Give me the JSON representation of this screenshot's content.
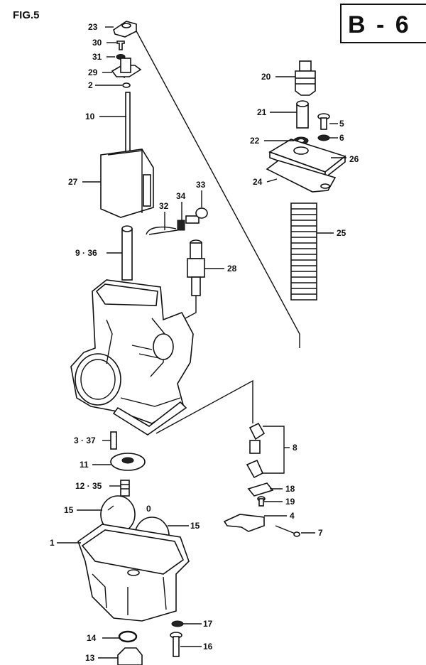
{
  "figure": {
    "label": "FIG.5",
    "code": "B - 6"
  },
  "callouts": [
    {
      "id": "c23",
      "text": "23"
    },
    {
      "id": "c30",
      "text": "30"
    },
    {
      "id": "c31",
      "text": "31"
    },
    {
      "id": "c29",
      "text": "29"
    },
    {
      "id": "c2",
      "text": "2"
    },
    {
      "id": "c10",
      "text": "10"
    },
    {
      "id": "c27",
      "text": "27"
    },
    {
      "id": "c20",
      "text": "20"
    },
    {
      "id": "c21",
      "text": "21"
    },
    {
      "id": "c5",
      "text": "5"
    },
    {
      "id": "c22",
      "text": "22"
    },
    {
      "id": "c6",
      "text": "6"
    },
    {
      "id": "c26",
      "text": "26"
    },
    {
      "id": "c24",
      "text": "24"
    },
    {
      "id": "c25",
      "text": "25"
    },
    {
      "id": "c34",
      "text": "34"
    },
    {
      "id": "c33",
      "text": "33"
    },
    {
      "id": "c32",
      "text": "32"
    },
    {
      "id": "c936",
      "text": "9 · 36"
    },
    {
      "id": "c28",
      "text": "28"
    },
    {
      "id": "c337",
      "text": "3 · 37"
    },
    {
      "id": "c11",
      "text": "11"
    },
    {
      "id": "c1235",
      "text": "12 · 35"
    },
    {
      "id": "c8",
      "text": "8"
    },
    {
      "id": "c18",
      "text": "18"
    },
    {
      "id": "c19",
      "text": "19"
    },
    {
      "id": "c4",
      "text": "4"
    },
    {
      "id": "c7",
      "text": "7"
    },
    {
      "id": "c15a",
      "text": "15"
    },
    {
      "id": "c0",
      "text": "0"
    },
    {
      "id": "c15b",
      "text": "15"
    },
    {
      "id": "c1",
      "text": "1"
    },
    {
      "id": "c17",
      "text": "17"
    },
    {
      "id": "c14",
      "text": "14"
    },
    {
      "id": "c16",
      "text": "16"
    },
    {
      "id": "c13",
      "text": "13"
    }
  ]
}
